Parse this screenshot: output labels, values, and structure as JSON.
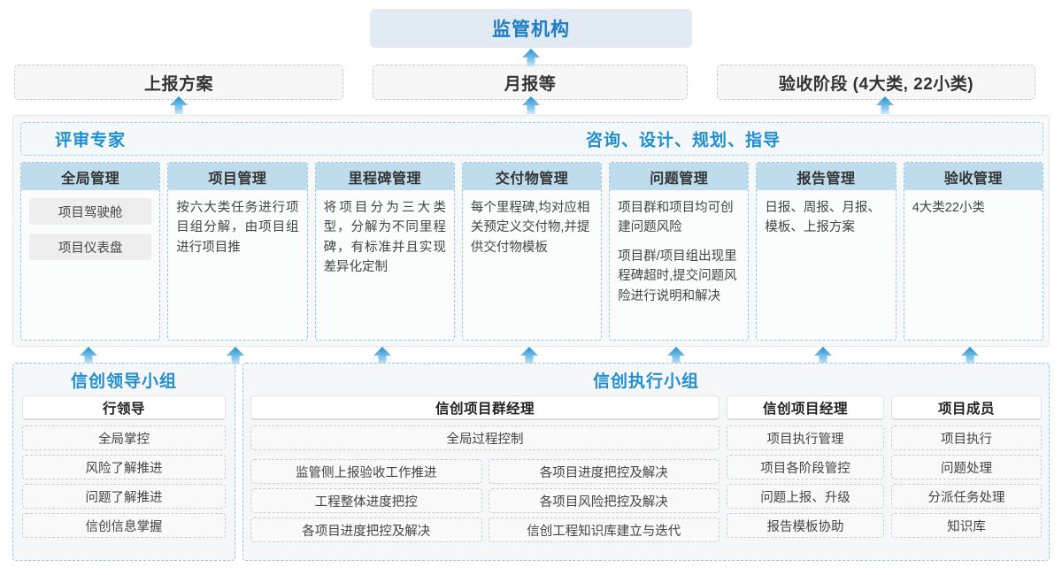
{
  "top": {
    "org_label": "监管机构",
    "reports": [
      {
        "name": "report-plan",
        "label": "上报方案"
      },
      {
        "name": "report-monthly",
        "label": "月报等"
      },
      {
        "name": "report-acceptance",
        "label": "验收阶段 (4大类, 22小类)"
      }
    ]
  },
  "middle": {
    "header_left": "评审专家",
    "header_right": "咨询、设计、规划、指导",
    "columns": [
      {
        "title": "全局管理",
        "chips": [
          "项目驾驶舱",
          "项目仪表盘"
        ],
        "paragraphs": []
      },
      {
        "title": "项目管理",
        "chips": [],
        "paragraphs": [
          "按六大类任务进行项目组分解，由项目组进行项目推"
        ]
      },
      {
        "title": "里程碑管理",
        "chips": [],
        "paragraphs": [
          "将项目分为三大类型，分解为不同里程碑，有标准并且实现差异化定制"
        ]
      },
      {
        "title": "交付物管理",
        "chips": [],
        "paragraphs": [
          "每个里程碑,均对应相关预定义交付物,并提供交付物模板"
        ]
      },
      {
        "title": "问题管理",
        "chips": [],
        "paragraphs": [
          "项目群和项目均可创建问题风险",
          "项目群/项目组出现里程碑超时,提交问题风险进行说明和解决"
        ]
      },
      {
        "title": "报告管理",
        "chips": [],
        "paragraphs": [
          "日报、周报、月报、模板、上报方案"
        ]
      },
      {
        "title": "验收管理",
        "chips": [],
        "paragraphs": [
          "4大类22小类"
        ],
        "plain": true
      }
    ]
  },
  "bottom": {
    "leader_group": {
      "title": "信创领导小组",
      "role": "行领导",
      "duties": [
        "全局掌控",
        "风险了解推进",
        "问题了解推进",
        "信创信息掌握"
      ]
    },
    "exec_group": {
      "title": "信创执行小组",
      "program_manager": {
        "role": "信创项目群经理",
        "full_width_duty": "全局过程控制",
        "left_duties": [
          "监管侧上报验收工作推进",
          "工程整体进度把控",
          "各项目进度把控及解决"
        ],
        "right_duties": [
          "各项目进度把控及解决",
          "各项目风险把控及解决",
          "信创工程知识库建立与迭代"
        ]
      },
      "project_manager": {
        "role": "信创项目经理",
        "duties": [
          "项目执行管理",
          "项目各阶段管控",
          "问题上报、升级",
          "报告模板协助"
        ]
      },
      "member": {
        "role": "项目成员",
        "duties": [
          "项目执行",
          "问题处理",
          "分派任务处理",
          "知识库"
        ]
      }
    }
  },
  "colors": {
    "accent_blue": "#1f8fd0",
    "top_box_bg": "#e2eaf4",
    "col_header_bg": "#bfdcec",
    "arrow_top": "#1f8fd0",
    "arrow_bottom": "#bfe4f6"
  }
}
